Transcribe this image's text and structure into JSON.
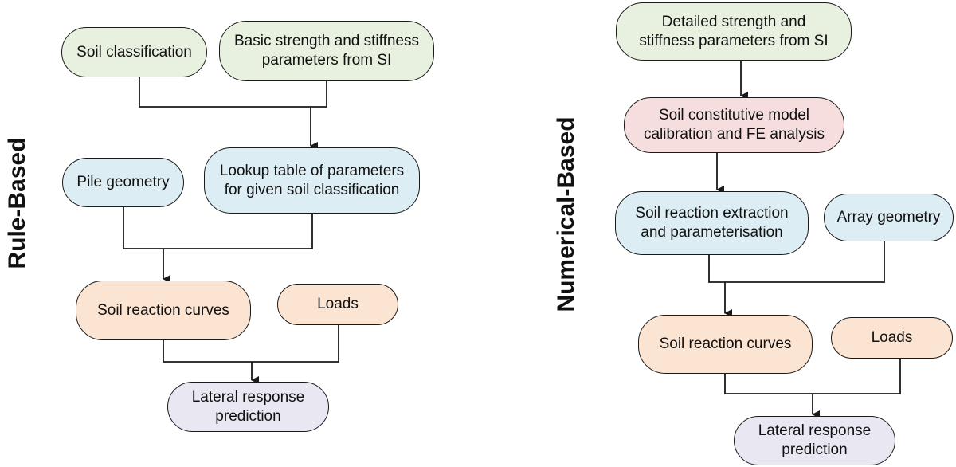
{
  "rule_based": {
    "title": "Rule-Based",
    "soil_classification": [
      "Soil classification"
    ],
    "basic_parameters": [
      "Basic strength and stiffness",
      "parameters from SI"
    ],
    "pile_geometry": [
      "Pile geometry"
    ],
    "lookup_table": [
      "Lookup table of parameters",
      "for given soil classification"
    ],
    "soil_reaction_curves": [
      "Soil reaction curves"
    ],
    "loads": [
      "Loads"
    ],
    "lateral_response": [
      "Lateral response",
      "prediction"
    ]
  },
  "numerical_based": {
    "title": "Numerical-Based",
    "detailed_parameters": [
      "Detailed strength and",
      "stiffness parameters from SI"
    ],
    "constitutive_model": [
      "Soil constitutive model",
      "calibration and FE analysis"
    ],
    "reaction_extraction": [
      "Soil reaction extraction",
      "and parameterisation"
    ],
    "array_geometry": [
      "Array geometry"
    ],
    "soil_reaction_curves": [
      "Soil reaction curves"
    ],
    "loads": [
      "Loads"
    ],
    "lateral_response": [
      "Lateral response",
      "prediction"
    ]
  },
  "colors": {
    "input_green": "#e8f0df",
    "geometry_blue": "#dcedf4",
    "analysis_pink": "#f5dedd",
    "curves_peach": "#fbe4d2",
    "output_lavender": "#e9e7f2",
    "line_black": "#1a1a1a"
  }
}
